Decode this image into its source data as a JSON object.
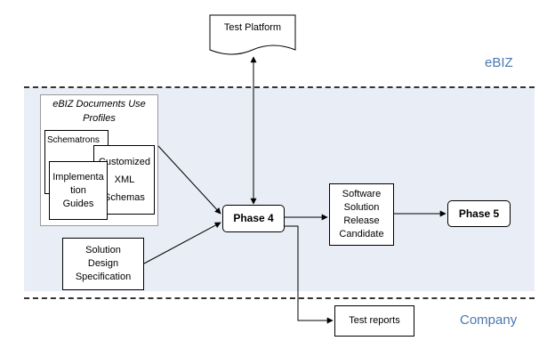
{
  "zones": {
    "top_label": "eBIZ",
    "bottom_label": "Company"
  },
  "nodes": {
    "test_platform": "Test Platform",
    "group_title": "eBIZ Documents Use\nProfiles",
    "schematrons": "Schematrons",
    "customized_xml": "Customized\nXML\nSchemas",
    "implementation_guides": "Implementa\ntion\nGuides",
    "solution_design": "Solution\nDesign\nSpecification",
    "phase4": "Phase 4",
    "software_solution": "Software\nSolution\nRelease\nCandidate",
    "phase5": "Phase 5",
    "test_reports": "Test reports"
  },
  "colors": {
    "band": "#e8edf6",
    "zone_text": "#4a78b0"
  }
}
